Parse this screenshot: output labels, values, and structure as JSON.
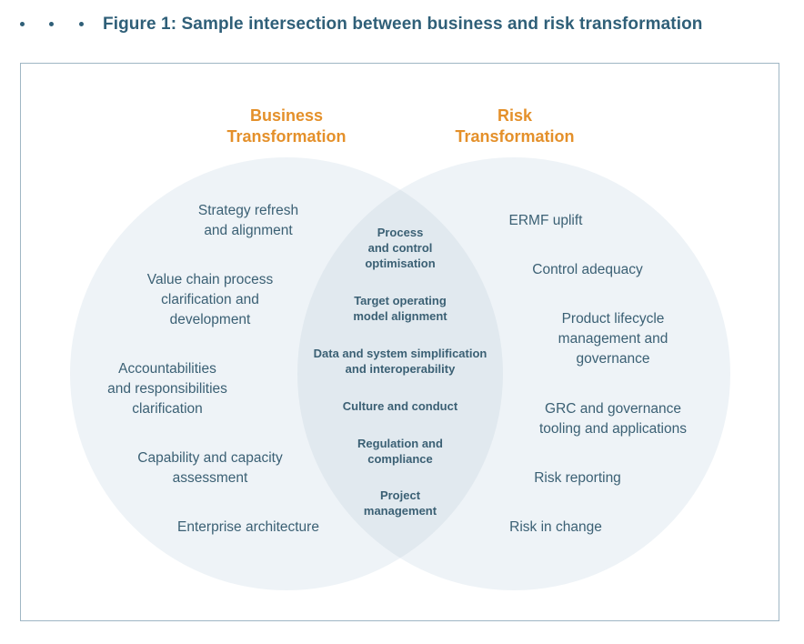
{
  "figure_title": "Figure 1: Sample intersection between business and risk transformation",
  "colors": {
    "title": "#2f5f78",
    "heading": "#e4902a",
    "text": "#3b6074",
    "circle_fill": "#eef3f7",
    "overlap_fill": "#e1e9ef",
    "frame_border": "#9fb6c4"
  },
  "venn": {
    "left": {
      "heading": [
        "Business",
        "Transformation"
      ],
      "items": [
        [
          "Strategy refresh",
          "and alignment"
        ],
        [
          "Value chain process",
          "clarification and",
          "development"
        ],
        [
          "Accountabilities",
          "and responsibilities",
          "clarification"
        ],
        [
          "Capability and capacity",
          "assessment"
        ],
        [
          "Enterprise architecture"
        ]
      ]
    },
    "right": {
      "heading": [
        "Risk",
        "Transformation"
      ],
      "items": [
        [
          "ERMF uplift"
        ],
        [
          "Control adequacy"
        ],
        [
          "Product lifecycle",
          "management and",
          "governance"
        ],
        [
          "GRC and governance",
          "tooling and applications"
        ],
        [
          "Risk reporting"
        ],
        [
          "Risk in change"
        ]
      ]
    },
    "intersection": [
      [
        "Process",
        "and control",
        "optimisation"
      ],
      [
        "Target operating",
        "model alignment"
      ],
      [
        "Data and system simplification",
        "and interoperability"
      ],
      [
        "Culture and conduct"
      ],
      [
        "Regulation and",
        "compliance"
      ],
      [
        "Project",
        "management"
      ]
    ]
  }
}
